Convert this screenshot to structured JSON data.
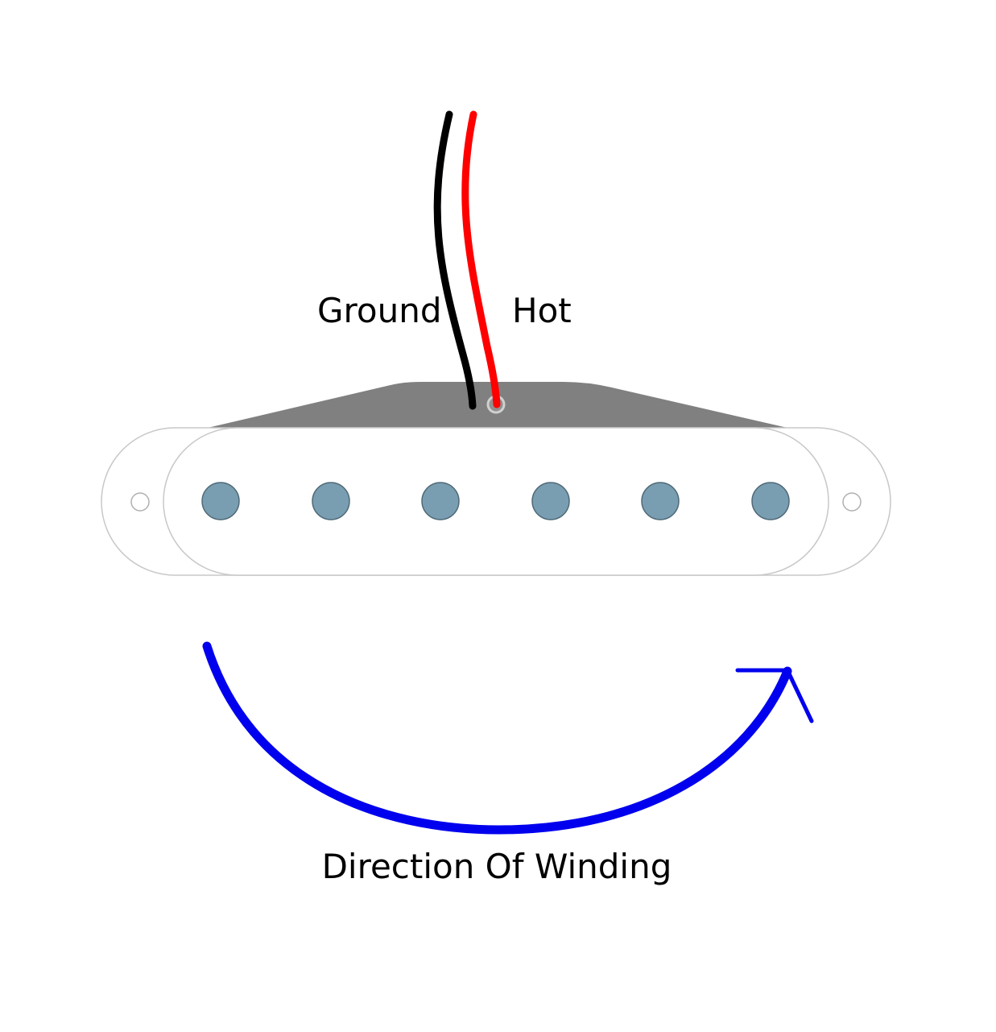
{
  "labels": {
    "ground": "Ground",
    "hot": "Hot",
    "caption": "Direction Of Winding"
  },
  "colors": {
    "ground_wire": "#000000",
    "hot_wire": "#ff0000",
    "base_plate": "#808080",
    "cover_outline": "#c8c8c8",
    "pole_fill": "#7a9eb1",
    "pole_stroke": "#4f6a78",
    "arrow": "#0000ee"
  },
  "pickup": {
    "pole_count": 6,
    "mounting_hole_count": 2
  }
}
